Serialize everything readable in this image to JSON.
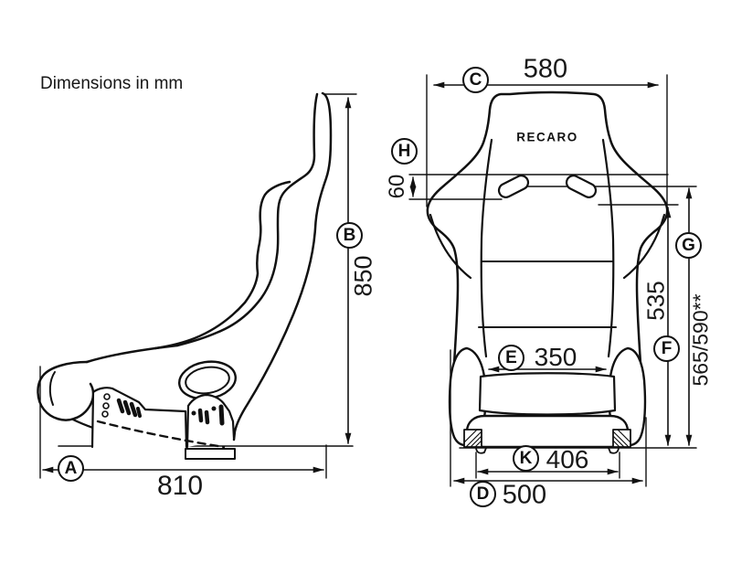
{
  "title": "Dimensions in mm",
  "brand_logo": "RECARO",
  "colors": {
    "line": "#111111",
    "background": "#ffffff"
  },
  "views": {
    "side": {
      "name": "side-view",
      "dims": [
        {
          "id": "A",
          "value": "810"
        },
        {
          "id": "B",
          "value": "850"
        }
      ]
    },
    "front": {
      "name": "front-view",
      "dims": [
        {
          "id": "C",
          "value": "580"
        },
        {
          "id": "H",
          "value": "60"
        },
        {
          "id": "G",
          "value": "565/590**"
        },
        {
          "id": "F",
          "value": "535"
        },
        {
          "id": "E",
          "value": "350"
        },
        {
          "id": "K",
          "value": "406"
        },
        {
          "id": "D",
          "value": "500"
        }
      ]
    }
  }
}
